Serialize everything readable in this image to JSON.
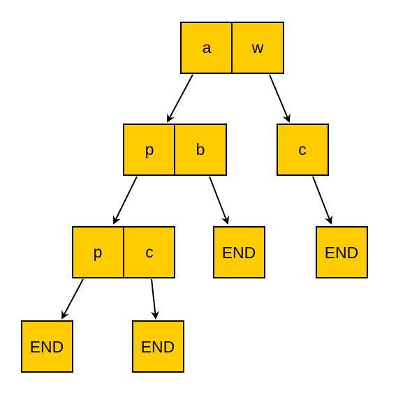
{
  "colors": {
    "node_fill": "#FFCC00",
    "stroke": "#000000",
    "background": "#FFFFFF"
  },
  "nodes": {
    "root": {
      "cells": [
        "a",
        "w"
      ]
    },
    "pb": {
      "cells": [
        "p",
        "b"
      ]
    },
    "c": {
      "cells": [
        "c"
      ]
    },
    "pc": {
      "cells": [
        "p",
        "c"
      ]
    },
    "end_b": {
      "cells": [
        "END"
      ]
    },
    "end_c": {
      "cells": [
        "END"
      ]
    },
    "end_p": {
      "cells": [
        "END"
      ]
    },
    "end_pc_c": {
      "cells": [
        "END"
      ]
    }
  },
  "edges": [
    {
      "from": "root.a",
      "to": "pb"
    },
    {
      "from": "root.w",
      "to": "c"
    },
    {
      "from": "pb.p",
      "to": "pc"
    },
    {
      "from": "pb.b",
      "to": "end_b"
    },
    {
      "from": "c.c",
      "to": "end_c"
    },
    {
      "from": "pc.p",
      "to": "end_p"
    },
    {
      "from": "pc.c",
      "to": "end_pc_c"
    }
  ]
}
